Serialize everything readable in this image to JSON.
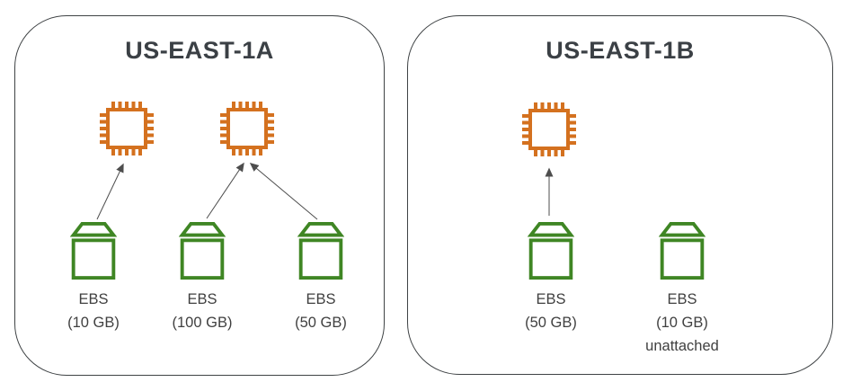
{
  "colors": {
    "instance_orange": "#D4711F",
    "volume_green": "#3F8624",
    "label_text": "#404040",
    "title_text": "#3B4045",
    "zone_border": "#3F4345",
    "arrow_gray": "#4D4D4D"
  },
  "zones": [
    {
      "title": "US-EAST-1A",
      "instances": [
        "ec2-instance-1",
        "ec2-instance-2"
      ],
      "volumes": [
        {
          "name": "EBS",
          "size": "(10 GB)",
          "note": ""
        },
        {
          "name": "EBS",
          "size": "(100 GB)",
          "note": ""
        },
        {
          "name": "EBS",
          "size": "(50 GB)",
          "note": ""
        }
      ]
    },
    {
      "title": "US-EAST-1B",
      "instances": [
        "ec2-instance-3"
      ],
      "volumes": [
        {
          "name": "EBS",
          "size": "(50 GB)",
          "note": ""
        },
        {
          "name": "EBS",
          "size": "(10 GB)",
          "note": "unattached"
        }
      ]
    }
  ]
}
